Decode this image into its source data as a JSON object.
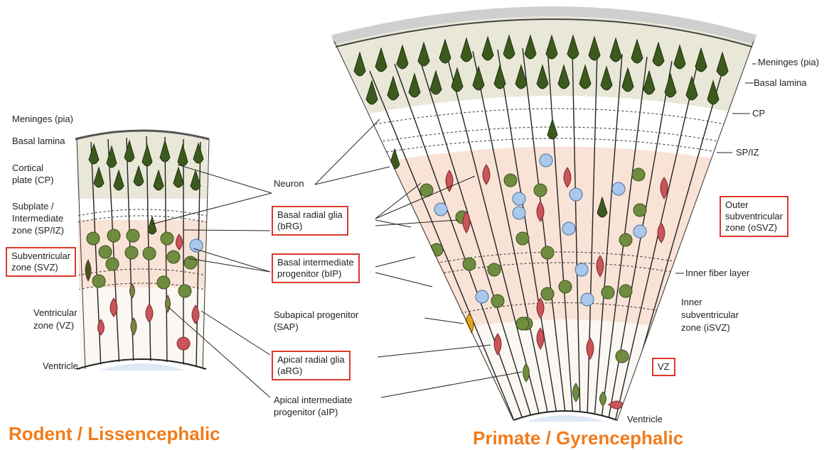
{
  "rodent": {
    "title": "Rodent / Lissencephalic",
    "labels": {
      "meninges": "Meninges (pia)",
      "basal_lamina": "Basal lamina",
      "cp_1": "Cortical",
      "cp_2": "plate (CP)",
      "spiz_1": "Subplate /",
      "spiz_2": "Intermediate",
      "spiz_3": "zone (SP/IZ)",
      "svz_1": "Subventricular",
      "svz_2": "zone (SVZ)",
      "vz_1": "Ventricular",
      "vz_2": "zone (VZ)",
      "ventricle": "Ventricle"
    }
  },
  "center": {
    "neuron": "Neuron",
    "brg_1": "Basal radial glia",
    "brg_2": "(bRG)",
    "bip_1": "Basal intermediate",
    "bip_2": "progenitor (bIP)",
    "sap_1": "Subapical progenitor",
    "sap_2": "(SAP)",
    "arg_1": "Apical radial glia",
    "arg_2": "(aRG)",
    "aip_1": "Apical intermediate",
    "aip_2": "progenitor (aIP)"
  },
  "primate": {
    "title": "Primate / Gyrencephalic",
    "labels": {
      "meninges": "Meninges (pia)",
      "basal_lamina": "Basal lamina",
      "cp": "CP",
      "spiz": "SP/IZ",
      "osvz_1": "Outer",
      "osvz_2": "subventricular",
      "osvz_3": "zone (oSVZ)",
      "inner_fiber": "Inner fiber layer",
      "isvz_1": "Inner",
      "isvz_2": "subventricular",
      "isvz_3": "zone (iSVZ)",
      "vz": "VZ",
      "ventricle": "Ventricle"
    }
  },
  "colors": {
    "title_orange": "#f07c1c",
    "box_red": "#d93a2b",
    "neuron_green": "#3d5a1e",
    "cp_bg": "#e9e8d8",
    "svz_bg": "#f8e3d6",
    "radial_glia_red": "#c9545a",
    "ip_green": "#6f8c3f",
    "outer_glia_blue": "#a9c8ec",
    "sap_yellow": "#e3a51e",
    "pia_gray": "#d9d9d9"
  },
  "icons": {
    "radial_glia": "teardrop-cell-red",
    "intermediate_progenitor": "round-cell-green",
    "bRG_daughter": "round-cell-blue",
    "neuron": "pyramidal-neuron-dark-green",
    "sap": "spindle-cell-yellow"
  }
}
